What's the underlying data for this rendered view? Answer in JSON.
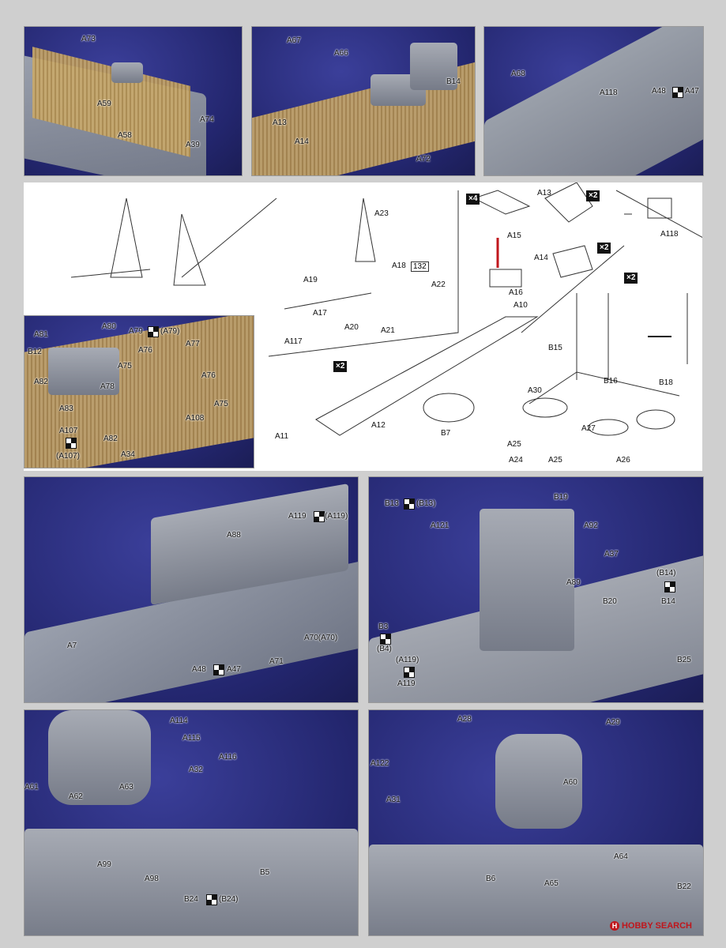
{
  "panel1": {
    "labels": [
      "A73",
      "A59",
      "A58",
      "A74",
      "A39"
    ]
  },
  "panel2": {
    "labels": [
      "A67",
      "A66",
      "B14",
      "A13",
      "A14",
      "A72"
    ]
  },
  "panel3": {
    "labels": [
      "A68",
      "A118",
      "A48",
      "A47"
    ]
  },
  "diagram": {
    "labels": [
      "A23",
      "A18",
      "A19",
      "A17",
      "A117",
      "A20",
      "A21",
      "A22",
      "A15",
      "A16",
      "A13",
      "A14",
      "A118",
      "A10",
      "A11",
      "A12",
      "B7",
      "B15",
      "B16",
      "B18",
      "A30",
      "A27",
      "A25",
      "A24",
      "A25",
      "A26"
    ],
    "badges": [
      "×4",
      "×2",
      "×2",
      "×2",
      "×2"
    ],
    "box": "132"
  },
  "panel4": {
    "labels": [
      "A81",
      "A80",
      "A79",
      "(A79)",
      "B12",
      "A76",
      "A77",
      "A75",
      "A82",
      "A78",
      "A76",
      "A83",
      "A108",
      "A75",
      "A107",
      "A82",
      "(A107)",
      "A34"
    ]
  },
  "panel5": {
    "labels": [
      "A119",
      "(A119)",
      "A88",
      "A7",
      "A48",
      "A47",
      "A70(A70)",
      "A71"
    ]
  },
  "panel6": {
    "labels": [
      "B13",
      "(B13)",
      "B19",
      "A121",
      "A92",
      "A37",
      "A89",
      "(B14)",
      "B20",
      "B14",
      "B3",
      "(B4)",
      "(A119)",
      "A119",
      "B25"
    ]
  },
  "panel7": {
    "labels": [
      "A114",
      "A115",
      "A116",
      "A32",
      "A61",
      "A62",
      "A63",
      "A99",
      "A98",
      "B5",
      "B24",
      "(B24)"
    ]
  },
  "panel8": {
    "labels": [
      "A28",
      "A29",
      "A122",
      "A60",
      "A31",
      "A64",
      "B6",
      "A65",
      "B22"
    ]
  },
  "logo": {
    "text": "HOBBY SEARCH",
    "mark": "H"
  }
}
